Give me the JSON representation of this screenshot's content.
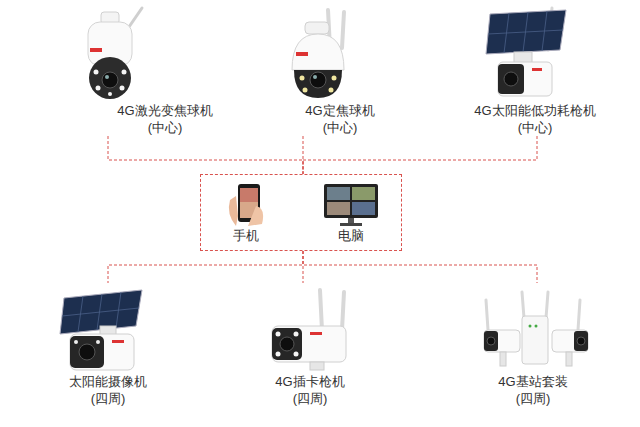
{
  "diagram": {
    "nodes": [
      {
        "text": [
          "4G激光变焦球机",
          "(中心)"
        ]
      },
      {
        "text": [
          "4G定焦球机",
          "(中心)"
        ]
      },
      {
        "text": [
          "4G太阳能低功耗枪机",
          "(中心)"
        ]
      },
      {
        "text": []
      },
      {
        "text": [
          "手机"
        ],
        "in": 3
      },
      {
        "text": [
          "电脑"
        ],
        "in": 3
      },
      {
        "text": [
          "太阳能摄像机",
          "(四周)"
        ]
      },
      {
        "text": [
          "4G插卡枪机",
          "(四周)"
        ]
      },
      {
        "text": [
          "4G基站套装",
          "(四周)"
        ]
      }
    ],
    "edges": [
      {
        "from": 0,
        "to": 3,
        "arrow": "none"
      },
      {
        "from": 1,
        "to": 3,
        "arrow": "none"
      },
      {
        "from": 2,
        "to": 3,
        "arrow": "none"
      },
      {
        "from": 3,
        "to": 6,
        "arrow": "none"
      },
      {
        "from": 3,
        "to": 7,
        "arrow": "none"
      },
      {
        "from": 3,
        "to": 8,
        "arrow": "none"
      }
    ]
  }
}
